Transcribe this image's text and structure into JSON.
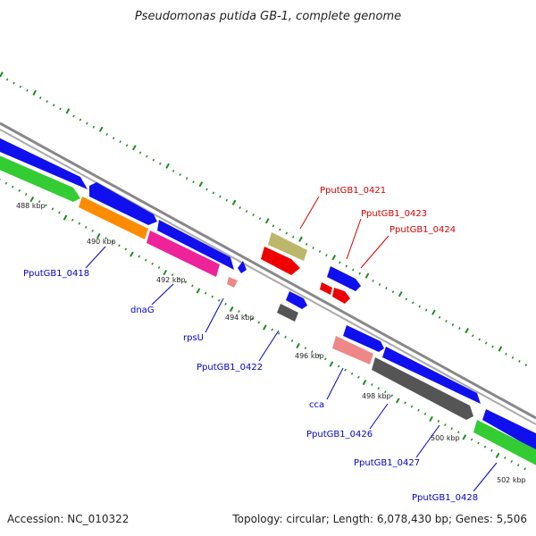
{
  "title": "Pseudomonas putida GB-1, complete genome",
  "footer": {
    "accession": "Accession: NC_010322",
    "summary": "Topology: circular; Length: 6,078,430 bp; Genes: 5,506"
  },
  "colors": {
    "backbone": "#888888",
    "tick": "#1f8a1f",
    "label_blue": "#0000cc",
    "label_red": "#dd0000"
  },
  "ruler": [
    {
      "label": "488 kbp"
    },
    {
      "label": "490 kbp"
    },
    {
      "label": "492 kbp"
    },
    {
      "label": "494 kbp"
    },
    {
      "label": "496 kbp"
    },
    {
      "label": "498 kbp"
    },
    {
      "label": "500 kbp"
    },
    {
      "label": "502 kbp"
    }
  ],
  "gene_labels": [
    {
      "name": "PputGB1_0421",
      "color": "#dd0000"
    },
    {
      "name": "PputGB1_0423",
      "color": "#dd0000"
    },
    {
      "name": "PputGB1_0424",
      "color": "#dd0000"
    },
    {
      "name": "PputGB1_0418",
      "color": "#0000cc"
    },
    {
      "name": "dnaG",
      "color": "#0000cc"
    },
    {
      "name": "rpsU",
      "color": "#0000cc"
    },
    {
      "name": "PputGB1_0422",
      "color": "#0000cc"
    },
    {
      "name": "cca",
      "color": "#0000cc"
    },
    {
      "name": "PputGB1_0426",
      "color": "#0000cc"
    },
    {
      "name": "PputGB1_0427",
      "color": "#0000cc"
    },
    {
      "name": "PputGB1_0428",
      "color": "#0000cc"
    }
  ]
}
